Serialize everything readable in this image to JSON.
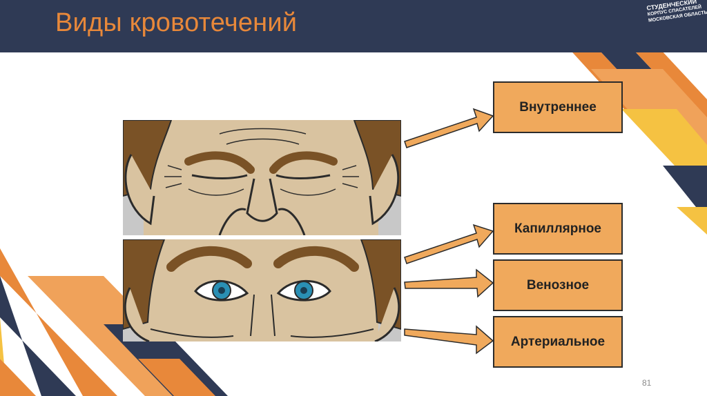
{
  "title": "Виды кровотечений",
  "logo": {
    "line1": "СТУДЕНЧЕСКИЙ",
    "line2": "КОРПУС СПАСАТЕЛЕЙ",
    "line3": "МОСКОВСКАЯ ОБЛАСТЬ"
  },
  "labels": {
    "internal": "Внутреннее",
    "capillary": "Капиллярное",
    "venous": "Венозное",
    "arterial": "Артериальное"
  },
  "page_number": "81",
  "colors": {
    "header": "#2f3a55",
    "accent_orange": "#e8883a",
    "accent_yellow": "#f5c242",
    "box_fill": "#f0a95c",
    "skin": "#d9c3a0",
    "hair": "#7a5226",
    "eye": "#2a8fb4"
  }
}
